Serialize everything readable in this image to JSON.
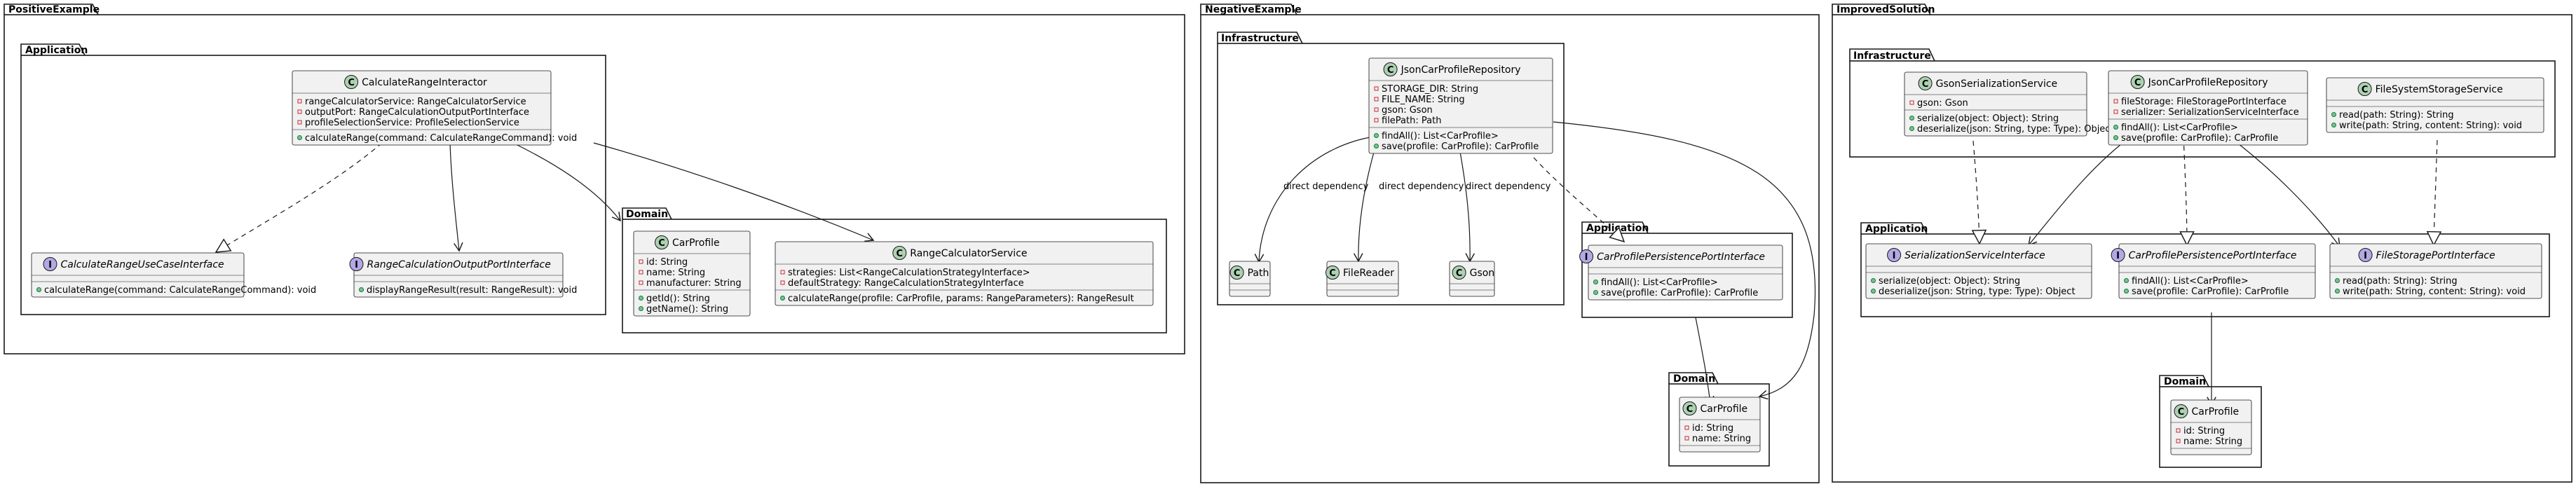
{
  "packages": {
    "positive": "PositiveExample",
    "positive_app": "Application",
    "positive_domain": "Domain",
    "negative": "NegativeExample",
    "negative_infra": "Infrastructure",
    "negative_app": "Application",
    "negative_domain": "Domain",
    "improved": "ImprovedSolution",
    "improved_infra": "Infrastructure",
    "improved_app": "Application",
    "improved_domain": "Domain"
  },
  "classes": {
    "calculate_range_interactor": {
      "name": "CalculateRangeInteractor",
      "fields": [
        "rangeCalculatorService: RangeCalculatorService",
        "outputPort: RangeCalculationOutputPortInterface",
        "profileSelectionService: ProfileSelectionService"
      ],
      "methods": [
        "calculateRange(command: CalculateRangeCommand): void"
      ]
    },
    "calculate_range_use_case": {
      "name": "CalculateRangeUseCaseInterface",
      "fields": [],
      "methods": [
        "calculateRange(command: CalculateRangeCommand): void"
      ]
    },
    "range_calculation_output_port": {
      "name": "RangeCalculationOutputPortInterface",
      "fields": [],
      "methods": [
        "displayRangeResult(result: RangeResult): void"
      ]
    },
    "positive_car_profile": {
      "name": "CarProfile",
      "fields": [
        "id: String",
        "name: String",
        "manufacturer: String"
      ],
      "methods": [
        "getId(): String",
        "getName(): String"
      ]
    },
    "range_calculator_service": {
      "name": "RangeCalculatorService",
      "fields": [
        "strategies: List<RangeCalculationStrategyInterface>",
        "defaultStrategy: RangeCalculationStrategyInterface"
      ],
      "methods": [
        "calculateRange(profile: CarProfile, params: RangeParameters): RangeResult"
      ]
    },
    "negative_json_repo": {
      "name": "JsonCarProfileRepository",
      "fields": [
        "STORAGE_DIR: String",
        "FILE_NAME: String",
        "gson: Gson",
        "filePath: Path"
      ],
      "methods": [
        "findAll(): List<CarProfile>",
        "save(profile: CarProfile): CarProfile"
      ]
    },
    "path": {
      "name": "Path"
    },
    "file_reader": {
      "name": "FileReader"
    },
    "gson": {
      "name": "Gson"
    },
    "negative_persistence_port": {
      "name": "CarProfilePersistencePortInterface",
      "fields": [],
      "methods": [
        "findAll(): List<CarProfile>",
        "save(profile: CarProfile): CarProfile"
      ]
    },
    "negative_car_profile": {
      "name": "CarProfile",
      "fields": [
        "id: String",
        "name: String"
      ],
      "methods": []
    },
    "gson_serialization_service": {
      "name": "GsonSerializationService",
      "fields": [
        "gson: Gson"
      ],
      "methods": [
        "serialize(object: Object): String",
        "deserialize(json: String, type: Type): Object"
      ]
    },
    "improved_json_repo": {
      "name": "JsonCarProfileRepository",
      "fields": [
        "fileStorage: FileStoragePortInterface",
        "serializer: SerializationServiceInterface"
      ],
      "methods": [
        "findAll(): List<CarProfile>",
        "save(profile: CarProfile): CarProfile"
      ]
    },
    "file_system_storage_service": {
      "name": "FileSystemStorageService",
      "fields": [],
      "methods": [
        "read(path: String): String",
        "write(path: String, content: String): void"
      ]
    },
    "serialization_service_interface": {
      "name": "SerializationServiceInterface",
      "fields": [],
      "methods": [
        "serialize(object: Object): String",
        "deserialize(json: String, type: Type): Object"
      ]
    },
    "improved_persistence_port": {
      "name": "CarProfilePersistencePortInterface",
      "fields": [],
      "methods": [
        "findAll(): List<CarProfile>",
        "save(profile: CarProfile): CarProfile"
      ]
    },
    "file_storage_port_interface": {
      "name": "FileStoragePortInterface",
      "fields": [],
      "methods": [
        "read(path: String): String",
        "write(path: String, content: String): void"
      ]
    },
    "improved_car_profile": {
      "name": "CarProfile",
      "fields": [
        "id: String",
        "name: String"
      ],
      "methods": []
    }
  },
  "edge_labels": {
    "dep_path": "direct dependency",
    "dep_file_reader": "direct dependency",
    "dep_gson": "direct dependency"
  },
  "colors": {
    "class_fill": "#f1f1f1",
    "class_icon": "#add1b2",
    "interface_icon": "#b4a7e5",
    "stroke": "#181818"
  }
}
